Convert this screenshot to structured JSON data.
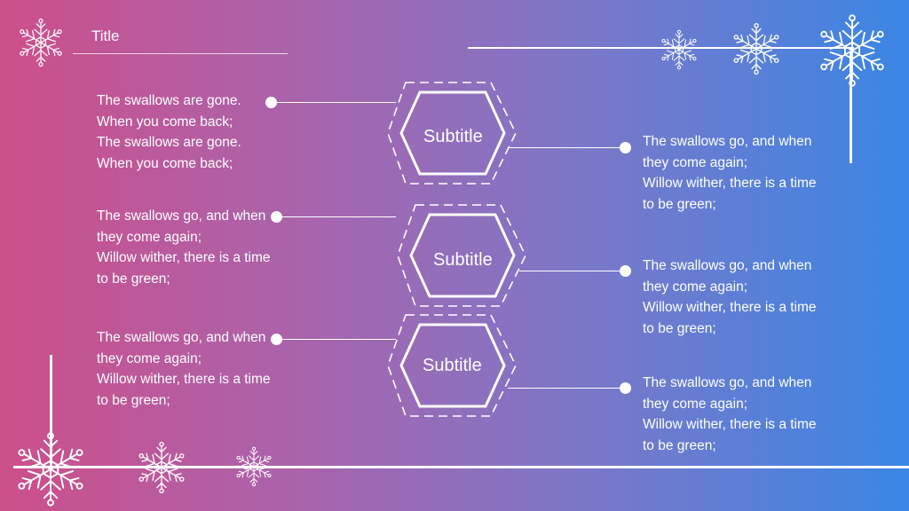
{
  "slide": {
    "title": "Title",
    "left_blocks": [
      {
        "lines": [
          "The swallows are gone.",
          "When you come back;",
          "The swallows are gone.",
          "When you come back;"
        ]
      },
      {
        "lines": [
          "The swallows go, and when",
          "they come again;",
          "Willow wither, there is a time",
          "to be green;"
        ]
      },
      {
        "lines": [
          "The swallows go, and when",
          "they come again;",
          "Willow wither, there is a time",
          "to be green;"
        ]
      }
    ],
    "right_blocks": [
      {
        "lines": [
          "The swallows go, and when",
          "they come again;",
          "Willow wither, there is a time",
          "to be green;"
        ]
      },
      {
        "lines": [
          "The swallows go, and when",
          "they come again;",
          "Willow wither, there is a time",
          "to be green;"
        ]
      },
      {
        "lines": [
          "The swallows go, and when",
          "they come again;",
          "Willow wither, there is a time",
          "to be green;"
        ]
      }
    ],
    "hexagons": [
      {
        "label": "Subtitle"
      },
      {
        "label": "Subtitle"
      },
      {
        "label": "Subtitle"
      }
    ]
  },
  "decorations": {
    "icons": [
      "snowflake-icon"
    ],
    "colors": {
      "gradient_left": "#cd4f8a",
      "gradient_right": "#3a86e4",
      "foreground": "#ffffff"
    }
  }
}
